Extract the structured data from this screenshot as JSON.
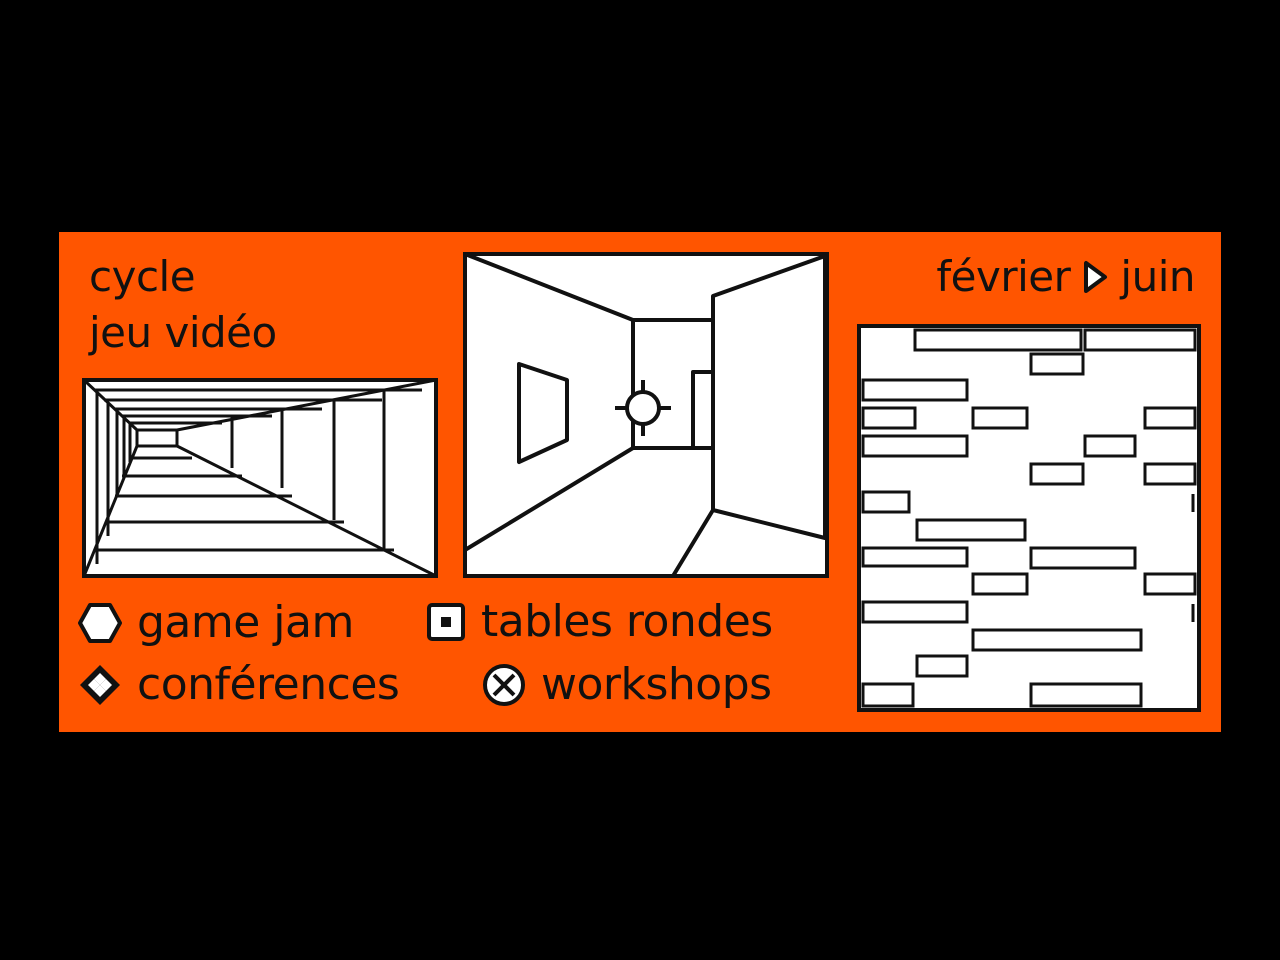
{
  "title": {
    "line1": "cycle",
    "line2": "jeu vidéo"
  },
  "dates": {
    "start": "février",
    "end": "juin",
    "separator_icon": "play-triangle-icon"
  },
  "legend": [
    {
      "label": "game jam",
      "icon": "hexagon-icon"
    },
    {
      "label": "tables rondes",
      "icon": "square-dot-icon"
    },
    {
      "label": "conférences",
      "icon": "diamond-grid-icon"
    },
    {
      "label": "workshops",
      "icon": "circle-cross-icon"
    }
  ],
  "colors": {
    "background": "#000000",
    "banner": "#ff5500",
    "ink": "#111111",
    "panel": "#ffffff"
  }
}
